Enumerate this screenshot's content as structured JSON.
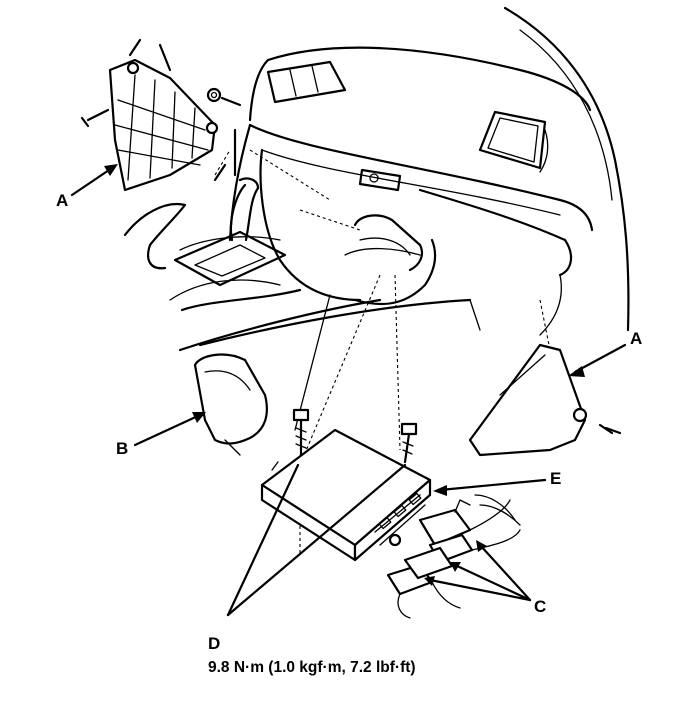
{
  "labels": {
    "a_left": "A",
    "a_right": "A",
    "b": "B",
    "c": "C",
    "d": "D",
    "e": "E"
  },
  "torque_spec": "9.8 N·m (1.0 kgf·m, 7.2 lbf·ft)"
}
